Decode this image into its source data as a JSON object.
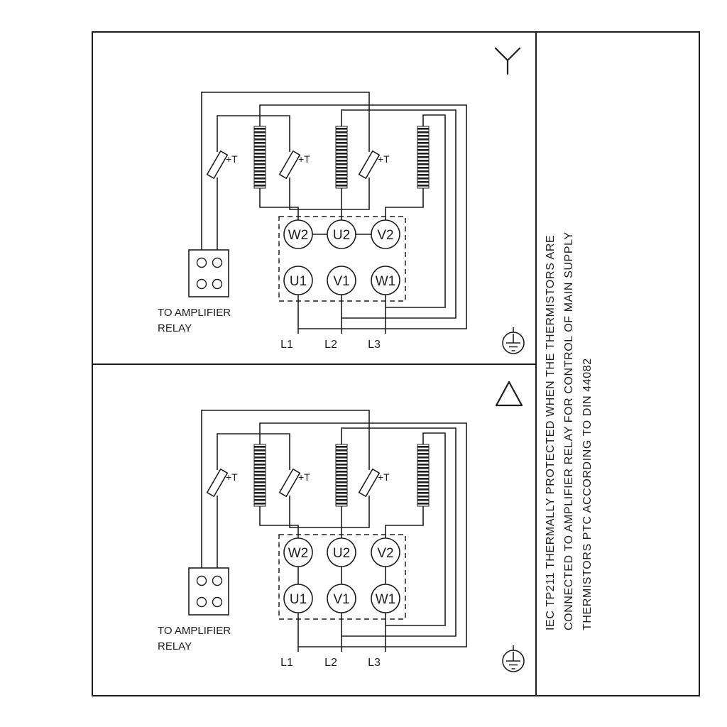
{
  "colors": {
    "background": "#ffffff",
    "line": "#1d1d1d"
  },
  "panels": [
    {
      "connection_icon": "star-icon",
      "thermistors": [
        "+T",
        "+T",
        "+T"
      ],
      "terminals": {
        "top": [
          "W2",
          "U2",
          "V2"
        ],
        "bottom": [
          "U1",
          "V1",
          "W1"
        ]
      },
      "relay_label": [
        "TO AMPLIFIER",
        "RELAY"
      ],
      "supply": [
        "L1",
        "L2",
        "L3"
      ]
    },
    {
      "connection_icon": "delta-icon",
      "thermistors": [
        "+T",
        "+T",
        "+T"
      ],
      "terminals": {
        "top": [
          "W2",
          "U2",
          "V2"
        ],
        "bottom": [
          "U1",
          "V1",
          "W1"
        ]
      },
      "relay_label": [
        "TO AMPLIFIER",
        "RELAY"
      ],
      "supply": [
        "L1",
        "L2",
        "L3"
      ]
    }
  ],
  "side_note": [
    "IEC TP211 THERMALLY PROTECTED WHEN THE THERMISTORS ARE",
    "CONNECTED TO AMPLIFIER RELAY FOR CONTROL OF MAIN SUPPLY",
    "THERMISTORS PTC ACCORDING TO DIN 44082"
  ]
}
